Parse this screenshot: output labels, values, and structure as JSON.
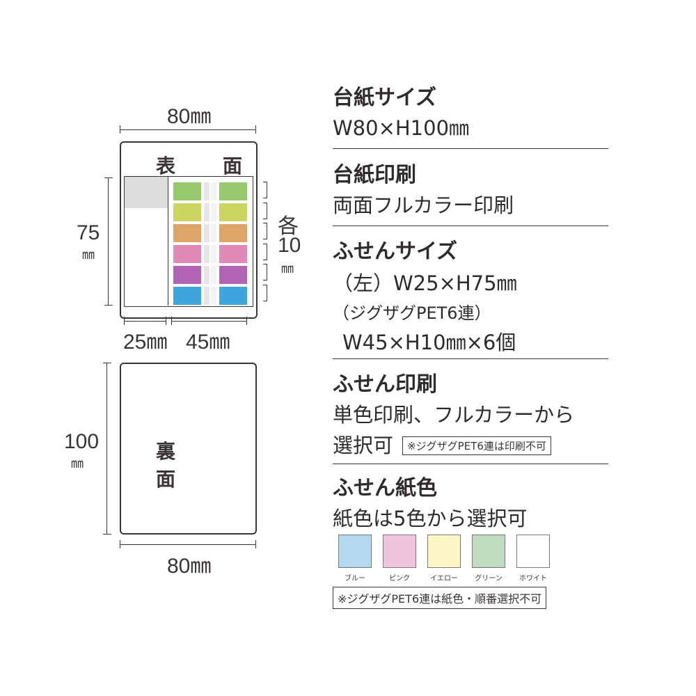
{
  "front": {
    "title": "表　面",
    "width_top": "80㎜",
    "height_left_num": "75",
    "height_left_unit": "㎜",
    "each_label": "各",
    "each_num": "10",
    "each_unit": "㎜",
    "left_width": "25㎜",
    "right_width": "45㎜",
    "strip_colors": [
      "#97c96e",
      "#cbd560",
      "#dea56a",
      "#df8ab7",
      "#b263b5",
      "#3ea6dc"
    ]
  },
  "back": {
    "title": "裏　面",
    "height_num": "100",
    "height_unit": "㎜",
    "width_bottom": "80㎜"
  },
  "specs": {
    "board_size_title": "台紙サイズ",
    "board_size_value": "W80×H100㎜",
    "board_print_title": "台紙印刷",
    "board_print_value": "両面フルカラー印刷",
    "fusen_size_title": "ふせんサイズ",
    "fusen_size_line1": "（左）W25×H75㎜",
    "fusen_size_line2": "（ジグザグPET6連）",
    "fusen_size_line3": "W45×H10㎜×6個",
    "fusen_print_title": "ふせん印刷",
    "fusen_print_line1": "単色印刷、フルカラーから",
    "fusen_print_line2": "選択可",
    "fusen_print_note": "※ジグザグPET6連は印刷不可",
    "paper_color_title": "ふせん紙色",
    "paper_color_value": "紙色は5色から選択可",
    "paper_color_note": "※ジグザグPET6連は紙色・順番選択不可"
  },
  "swatches": [
    {
      "label": "ブルー",
      "color": "#b5d9ef"
    },
    {
      "label": "ピンク",
      "color": "#efc4dc"
    },
    {
      "label": "イエロー",
      "color": "#fdf6c4"
    },
    {
      "label": "グリーン",
      "color": "#bfdcc0"
    },
    {
      "label": "ホワイト",
      "color": "#ffffff"
    }
  ]
}
